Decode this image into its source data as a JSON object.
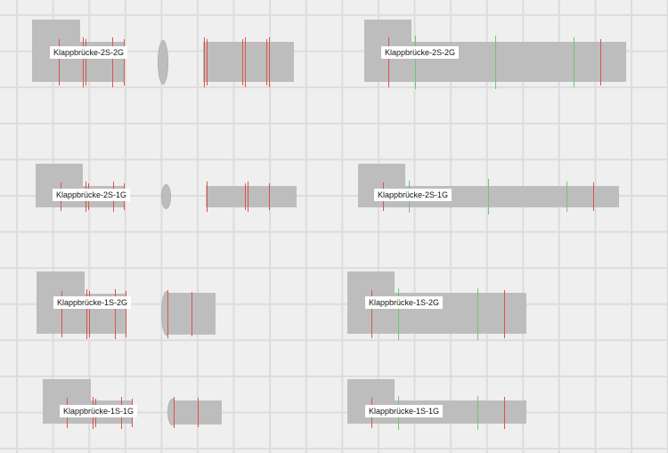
{
  "canvas": {
    "background": "#efefef",
    "grid_color": "#dcdcdc",
    "shape_color": "#bdbdbd",
    "marker_red": "#d9534f",
    "marker_green": "#6cc96c"
  },
  "components": [
    {
      "id": "left-2s-2g",
      "label": "Klappbrücke-2S-2G"
    },
    {
      "id": "right-2s-2g",
      "label": "Klappbrücke-2S-2G"
    },
    {
      "id": "left-2s-1g",
      "label": "Klappbrücke-2S-1G"
    },
    {
      "id": "right-2s-1g",
      "label": "Klappbrücke-2S-1G"
    },
    {
      "id": "left-1s-2g",
      "label": "Klappbrücke-1S-2G"
    },
    {
      "id": "right-1s-2g",
      "label": "Klappbrücke-1S-2G"
    },
    {
      "id": "left-1s-1g",
      "label": "Klappbrücke-1S-1G"
    },
    {
      "id": "right-1s-1g",
      "label": "Klappbrücke-1S-1G"
    }
  ]
}
